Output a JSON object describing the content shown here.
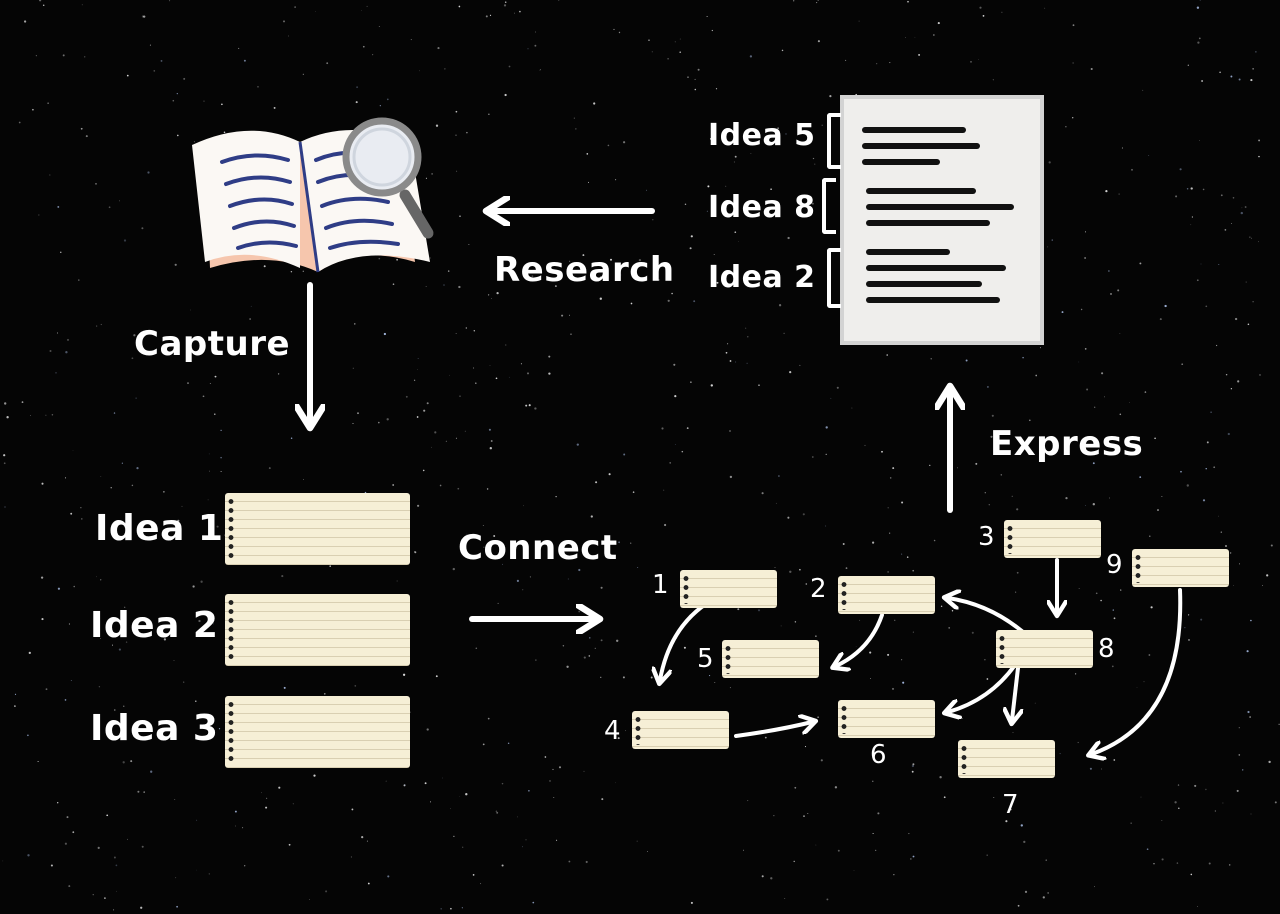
{
  "labels": {
    "capture": "Capture",
    "research": "Research",
    "connect": "Connect",
    "express": "Express"
  },
  "left_notes": [
    {
      "label": "Idea 1"
    },
    {
      "label": "Idea 2"
    },
    {
      "label": "Idea 3"
    }
  ],
  "document": {
    "ideas": [
      "Idea 5",
      "Idea 8",
      "Idea 2"
    ]
  },
  "network": {
    "numbers": [
      "1",
      "2",
      "3",
      "4",
      "5",
      "6",
      "7",
      "8",
      "9"
    ]
  },
  "colors": {
    "background": "#050505",
    "note": "#f6efd6",
    "arrow": "#ffffff",
    "book_ink": "#2f3d86",
    "book_page_edge": "#f6c6ad"
  },
  "icons": [
    "open-book-icon",
    "magnifier-icon"
  ]
}
